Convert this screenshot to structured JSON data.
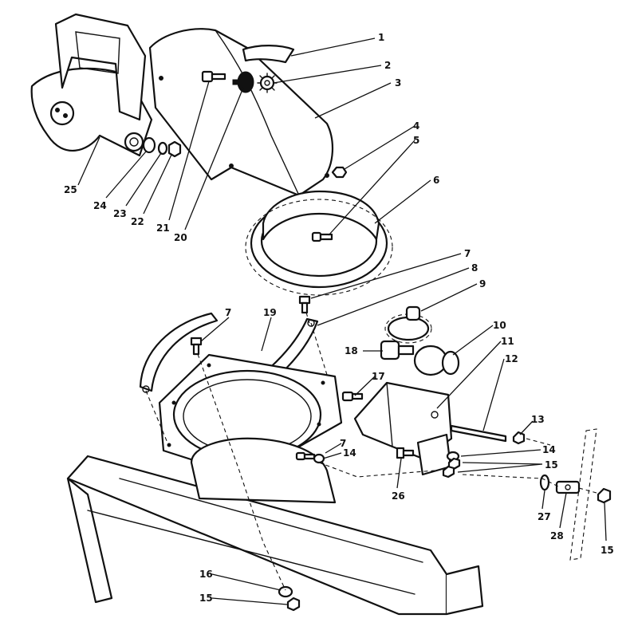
{
  "diagram": {
    "labels": {
      "l1": "1",
      "l2": "2",
      "l3": "3",
      "l4": "4",
      "l5": "5",
      "l6": "6",
      "l7a": "7",
      "l7b": "7",
      "l7c": "7",
      "l8": "8",
      "l9": "9",
      "l10": "10",
      "l11": "11",
      "l12": "12",
      "l13": "13",
      "l14a": "14",
      "l14b": "14",
      "l15a": "15",
      "l15b": "15",
      "l15c": "15",
      "l16": "16",
      "l17": "17",
      "l18": "18",
      "l19": "19",
      "l20": "20",
      "l21": "21",
      "l22": "22",
      "l23": "23",
      "l24": "24",
      "l25": "25",
      "l26": "26",
      "l27": "27",
      "l28": "28"
    }
  }
}
